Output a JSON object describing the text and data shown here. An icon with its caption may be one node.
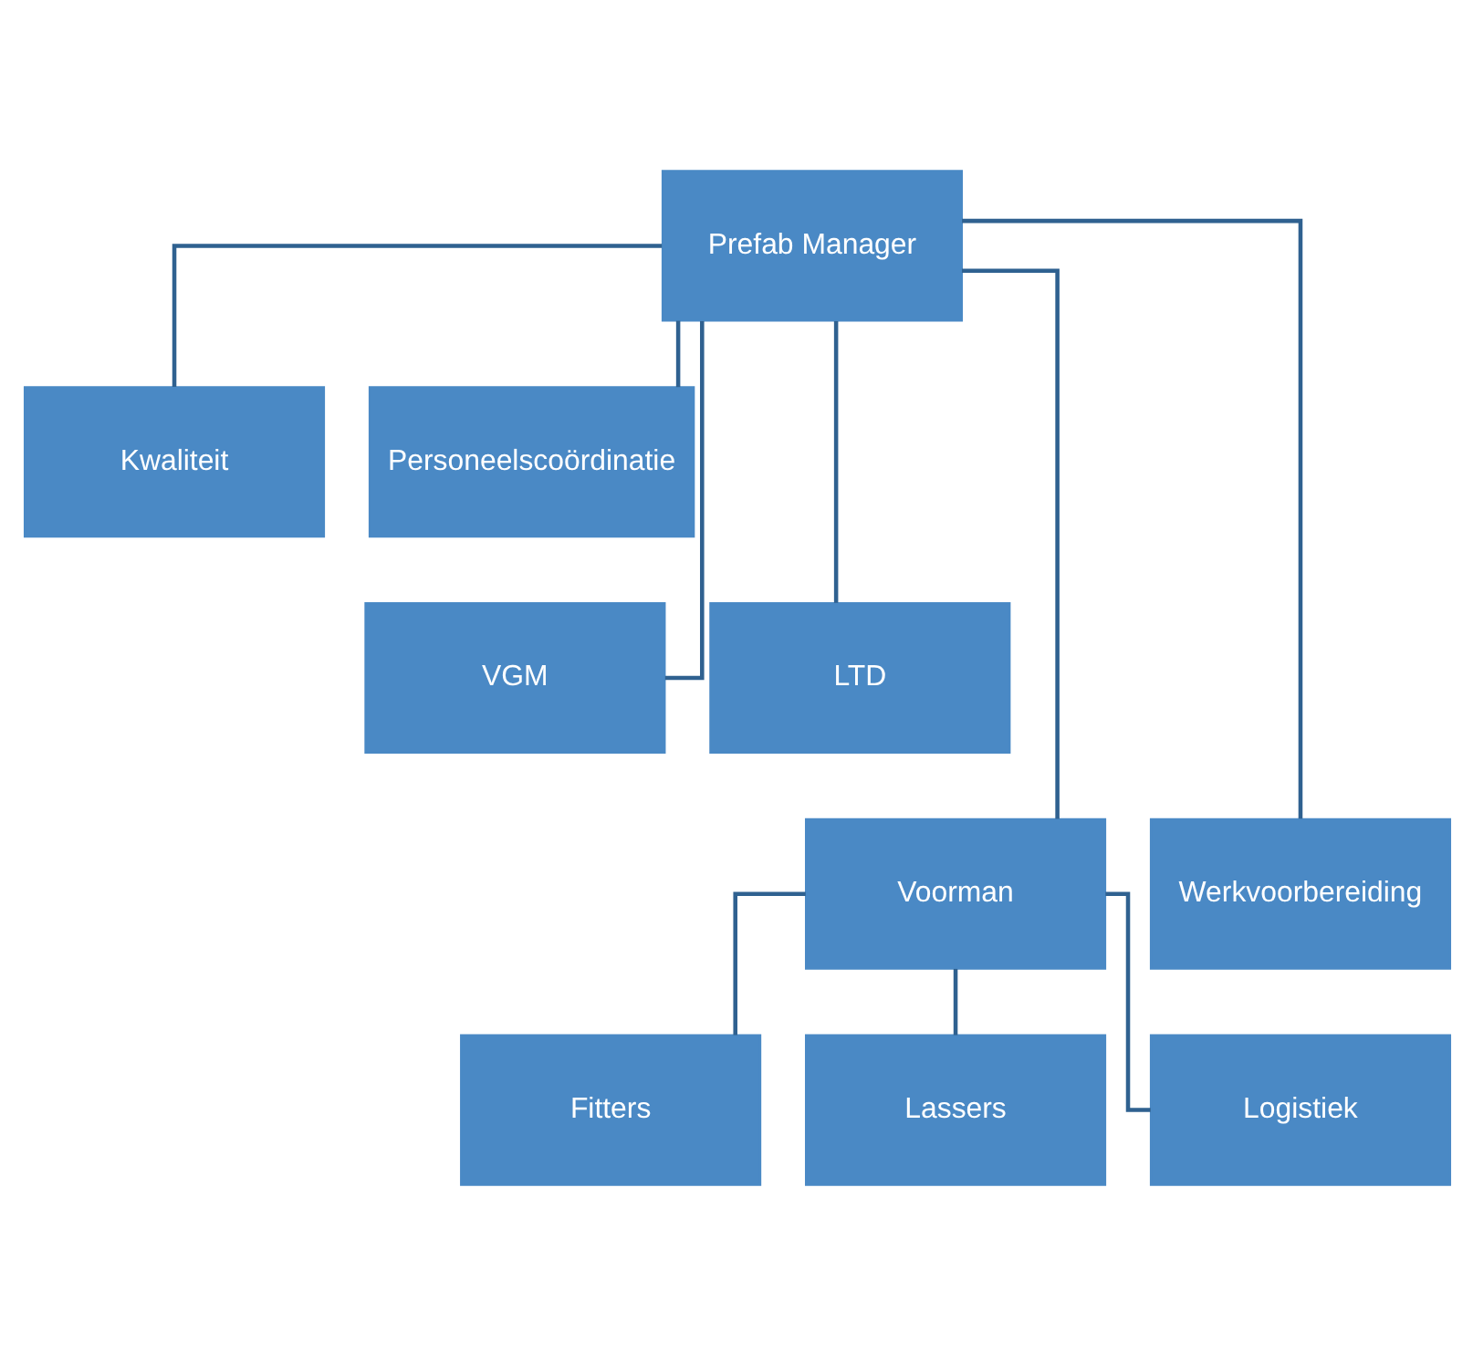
{
  "diagram": {
    "nodes": [
      {
        "text": [
          "Prefab Manager"
        ]
      },
      {
        "text": [
          "Kwaliteit"
        ]
      },
      {
        "text": [
          "Personeelscoördinatie"
        ]
      },
      {
        "text": [
          "VGM"
        ]
      },
      {
        "text": [
          "LTD"
        ]
      },
      {
        "text": [
          "Voorman"
        ]
      },
      {
        "text": [
          "Werkvoorbereiding"
        ]
      },
      {
        "text": [
          "Fitters"
        ]
      },
      {
        "text": [
          "Lassers"
        ]
      },
      {
        "text": [
          "Logistiek"
        ]
      }
    ],
    "edges": [
      {
        "from": 0,
        "to": 1,
        "arrow": "none"
      },
      {
        "from": 0,
        "to": 2,
        "arrow": "none"
      },
      {
        "from": 0,
        "to": 3,
        "arrow": "none"
      },
      {
        "from": 0,
        "to": 4,
        "arrow": "none"
      },
      {
        "from": 0,
        "to": 5,
        "arrow": "none"
      },
      {
        "from": 0,
        "to": 6,
        "arrow": "none"
      },
      {
        "from": 5,
        "to": 7,
        "arrow": "none"
      },
      {
        "from": 5,
        "to": 8,
        "arrow": "none"
      },
      {
        "from": 5,
        "to": 9,
        "arrow": "none"
      }
    ]
  }
}
